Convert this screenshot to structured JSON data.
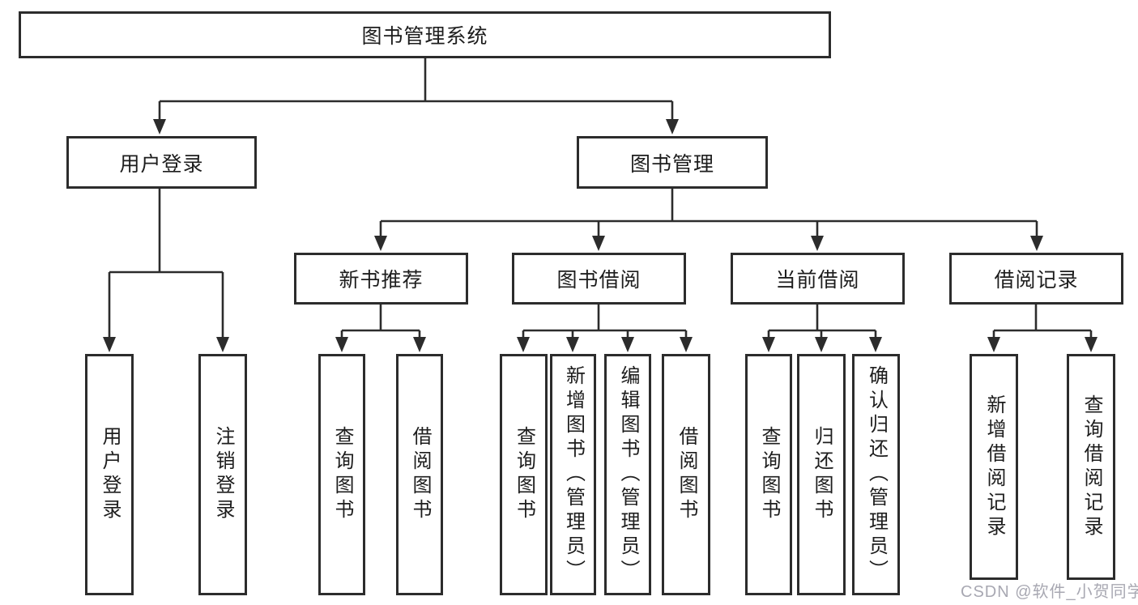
{
  "tree": {
    "root": "图书管理系统",
    "level2": {
      "login": "用户登录",
      "management": "图书管理"
    },
    "modules": [
      "新书推荐",
      "图书借阅",
      "当前借阅",
      "借阅记录"
    ],
    "login_children": [
      "用户登录",
      "注销登录"
    ],
    "recommend_children": [
      "查询图书",
      "借阅图书"
    ],
    "borrow_children": [
      "查询图书",
      "新增图书（管理员）",
      "编辑图书（管理员）",
      "借阅图书"
    ],
    "current_children": [
      "查询图书",
      "归还图书",
      "确认归还（管理员）"
    ],
    "records_children": [
      "新增借阅记录",
      "查询借阅记录"
    ]
  },
  "colors": {
    "line": "#2c2c2c",
    "text": "#1d1d1d",
    "watermark": "#a8a8b2",
    "background": "#ffffff"
  },
  "watermark": "CSDN @软件_小贺同学"
}
